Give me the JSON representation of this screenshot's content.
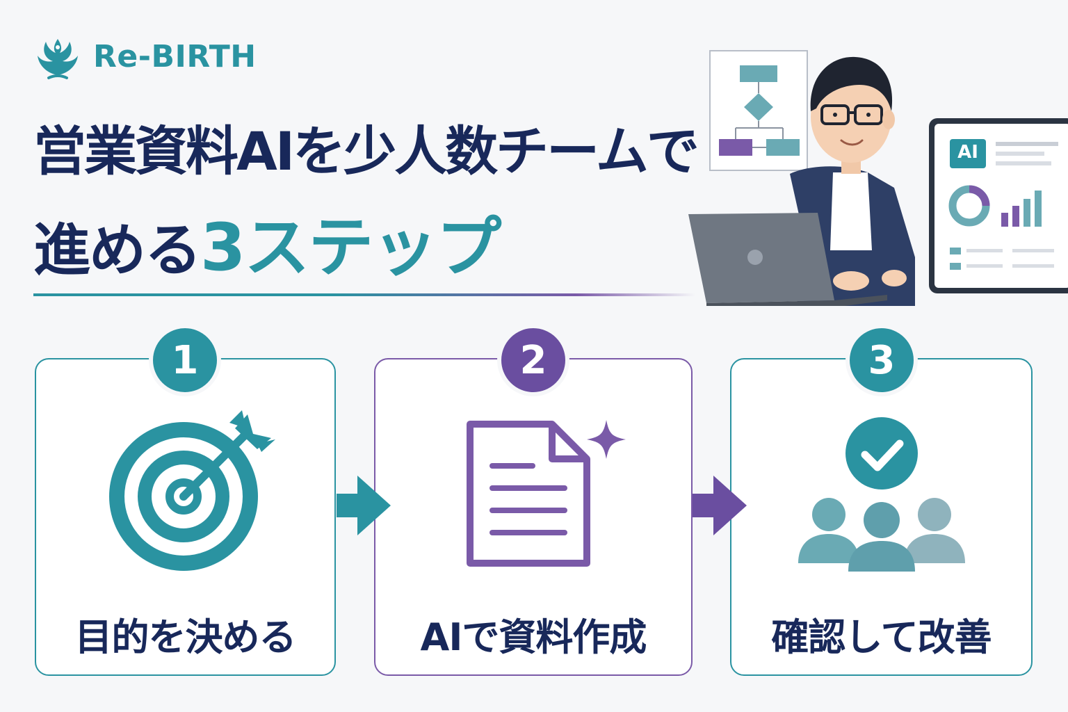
{
  "brand": {
    "name": "Re-BIRTH"
  },
  "headline": {
    "line1": "営業資料AIを少人数チームで",
    "line2_prefix": "進める",
    "line2_accent": "3ステップ"
  },
  "illustration": {
    "dashboard_badge": "AI"
  },
  "steps": [
    {
      "number": "1",
      "label": "目的を決める",
      "icon": "target-arrow-icon"
    },
    {
      "number": "2",
      "label": "AIで資料作成",
      "icon": "document-sparkle-icon"
    },
    {
      "number": "3",
      "label": "確認して改善",
      "icon": "team-check-icon"
    }
  ],
  "colors": {
    "teal": "#2a93a1",
    "purple": "#6a4ea0",
    "navy": "#18285a",
    "background": "#f6f7f9"
  }
}
